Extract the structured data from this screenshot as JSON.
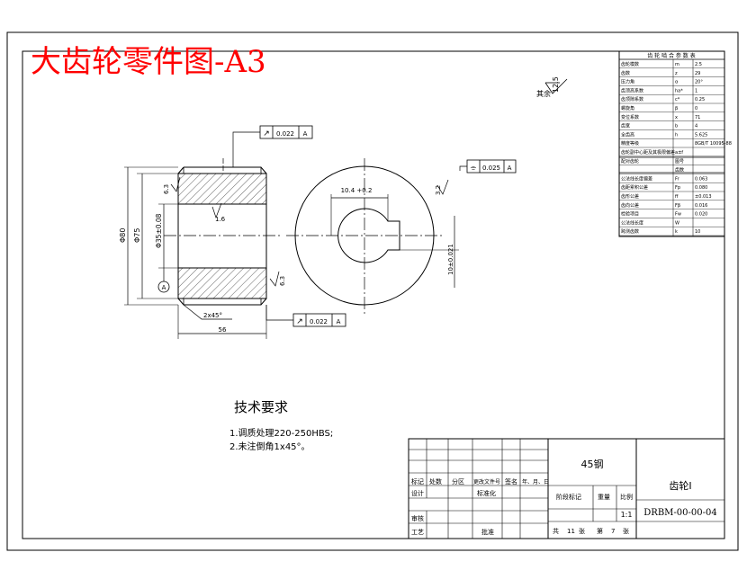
{
  "watermark": "大齿轮零件图-A3",
  "roughness": {
    "other_label": "其余",
    "other_value": "12.5",
    "bore_value": "1.6",
    "face_left_value": "6.3",
    "face_right_value": "6.3",
    "keyway_value": "3.2"
  },
  "tolerance": {
    "runout_top_value": "0.022",
    "runout_top_datum": "A",
    "runout_bottom_value": "0.022",
    "runout_bottom_datum": "A",
    "sym_value": "0.025",
    "sym_datum": "A",
    "runout_symbol": "↗",
    "sym_symbol": "⌯"
  },
  "dims": {
    "outer_dia": "Φ80",
    "hub_dia": "Φ75",
    "bore_dia": "Φ35±0.08",
    "width": "56",
    "chamfer": "2x45°",
    "keyway_width": "10.4 +0.2",
    "keyway_depth": "10±0.021",
    "datum": "A"
  },
  "tech_req": {
    "title": "技术要求",
    "items": [
      "1.调质处理220-250HBS;",
      "2.未注倒角1x45°。"
    ]
  },
  "gear_params": {
    "title": "齿 轮 啮 合 参 数 表",
    "rows": [
      {
        "name": "齿轮模数",
        "sym": "m",
        "val": "2.5"
      },
      {
        "name": "齿数",
        "sym": "z",
        "val": "29"
      },
      {
        "name": "压力角",
        "sym": "α",
        "val": "20°"
      },
      {
        "name": "齿顶高系数",
        "sym": "ha*",
        "val": "1"
      },
      {
        "name": "齿顶隙系数",
        "sym": "c*",
        "val": "0.25"
      },
      {
        "name": "螺旋角",
        "sym": "β",
        "val": "0"
      },
      {
        "name": "变位系数",
        "sym": "x",
        "val": "71"
      },
      {
        "name": "齿宽",
        "sym": "b",
        "val": "4"
      },
      {
        "name": "全齿高",
        "sym": "h",
        "val": "5.625"
      },
      {
        "name": "精度等级",
        "sym": "",
        "val": "8GB/T 10095-88"
      },
      {
        "name": "齿轮副中心距及其极限偏差",
        "sym": "a±f",
        "val": ""
      },
      {
        "name": "配对齿轮",
        "sym": "图号",
        "val": ""
      },
      {
        "name": "",
        "sym": "齿数",
        "val": ""
      },
      {
        "name": "公法线长度偏差",
        "sym": "Fr",
        "val": "0.063"
      },
      {
        "name": "齿距累积公差",
        "sym": "Fp",
        "val": "0.080"
      },
      {
        "name": "齿形公差",
        "sym": "ff",
        "val": "±0.013"
      },
      {
        "name": "齿向公差",
        "sym": "Fβ",
        "val": "0.016"
      },
      {
        "name": "检验项目",
        "sym": "Fw",
        "val": "0.020"
      },
      {
        "name": "公法线长度",
        "sym": "W",
        "val": ""
      },
      {
        "name": "跨测齿数",
        "sym": "k",
        "val": "10"
      }
    ]
  },
  "title_block": {
    "material": "45钢",
    "part_name": "齿轮Ⅰ",
    "drawing_no": "DRBM-00-00-04",
    "scale": "1:1",
    "labels": {
      "mark": "标记",
      "count": "处数",
      "zone": "分区",
      "doc": "更改文件号",
      "sign": "签名",
      "date": "年、月、日",
      "design": "设计",
      "standard": "标准化",
      "stage": "阶段标记",
      "weight": "重量",
      "ratio": "比例",
      "check": "审核",
      "process": "工艺",
      "approve": "批准",
      "total": "共",
      "sheets": "张",
      "sheet_no": "第",
      "zhang": "张",
      "total_val": "11",
      "sheet_val": "7"
    }
  }
}
